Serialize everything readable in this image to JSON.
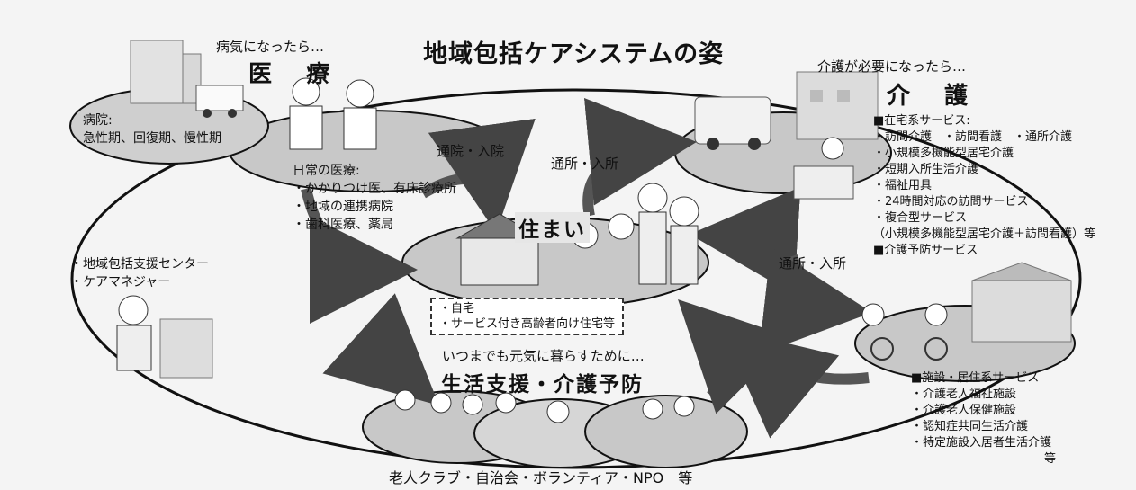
{
  "title": "地域包括ケアシステムの姿",
  "medical": {
    "caption": "病気になったら…",
    "heading": "医　療",
    "hospital": [
      "病院:",
      "急性期、回復期、慢性期"
    ],
    "daily_heading": "日常の医療:",
    "daily_items": [
      "・かかりつけ医、有床診療所",
      "・地域の連携病院",
      "・歯科医療、薬局"
    ]
  },
  "care": {
    "caption": "介護が必要になったら…",
    "heading": "介　護",
    "home_heading": "■在宅系サービス:",
    "home_items": [
      "・訪問介護　・訪問看護　・通所介護",
      "・小規模多機能型居宅介護",
      "・短期入所生活介護",
      "・福祉用具",
      "・24時間対応の訪問サービス",
      "・複合型サービス",
      "（小規模多機能型居宅介護＋訪問看護）等"
    ],
    "prevention": "■介護予防サービス",
    "facility_heading": "■施設・居住系サービス",
    "facility_items": [
      "・介護老人福祉施設",
      "・介護老人保健施設",
      "・認知症共同生活介護",
      "・特定施設入居者生活介護"
    ],
    "facility_etc": "等"
  },
  "housing": {
    "heading": "住まい",
    "items": [
      "・自宅",
      "・サービス付き高齢者向け住宅等"
    ]
  },
  "arrows": {
    "hospital_visit": "通院・入院",
    "day_service_1": "通所・入所",
    "day_service_2": "通所・入所"
  },
  "support_center": [
    "・地域包括支援センター",
    "・ケアマネジャー"
  ],
  "living": {
    "caption": "いつまでも元気に暮らすために…",
    "heading": "生活支援・介護予防",
    "footer": "老人クラブ・自治会・ボランティア・NPO　等"
  }
}
